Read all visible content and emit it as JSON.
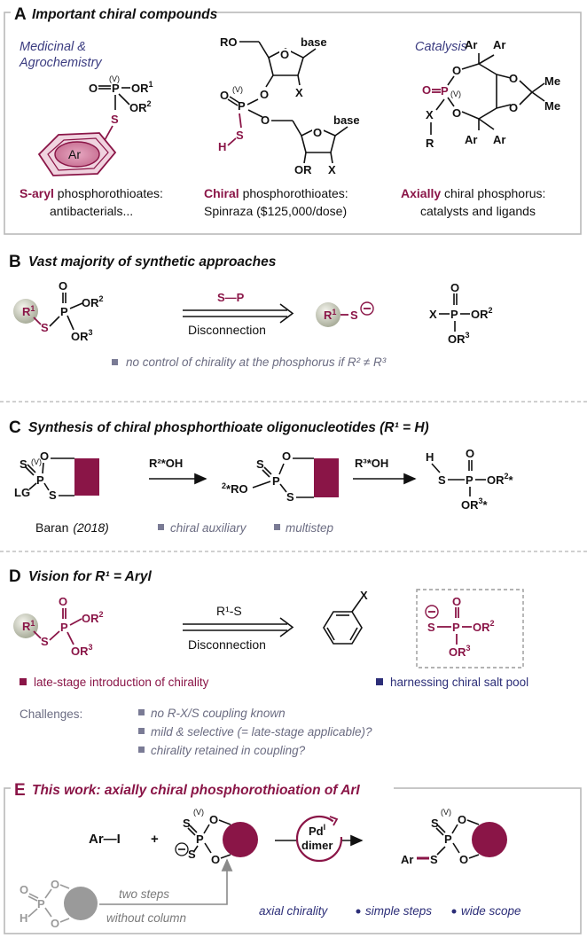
{
  "colors": {
    "accent": "#8a1547",
    "navy": "#3b3c80",
    "note": "#6b6c82",
    "box": "#b9b9b9"
  },
  "panelA": {
    "letter": "A",
    "title": "Important chiral compounds",
    "cat1a": "Medicinal &",
    "cat1b": "Agrochemistry",
    "cat3": "Catalysis",
    "cap1_bold": "S-aryl",
    "cap1_rest": " phosphorothioates:",
    "cap1_line2": "antibacterials...",
    "cap2_bold": "Chiral",
    "cap2_rest": " phosphorothioates:",
    "cap2_line2": "Spinraza ($125,000/dose)",
    "cap3_bold": "Axially",
    "cap3_rest": " chiral phosphorus:",
    "cap3_line2": "catalysts and ligands"
  },
  "panelB": {
    "letter": "B",
    "title": "Vast majority of synthetic approaches",
    "arrow_top": "S—P",
    "arrow_bottom": "Disconnection",
    "note": "no control of chirality at the phosphorus if R² ≠ R³"
  },
  "panelC": {
    "letter": "C",
    "title": "Synthesis of chiral phosphorthioate oligonucleotides (R¹ = H)",
    "reagent1": "R²*OH",
    "reagent2": "R³*OH",
    "ref_name": "Baran",
    "ref_year": "(2018)",
    "tag1": "chiral auxiliary",
    "tag2": "multistep"
  },
  "panelD": {
    "letter": "D",
    "title": "Vision for R¹ = Aryl",
    "arrow_top": "R¹-S",
    "arrow_bottom": "Disconnection",
    "bullet1": "late-stage introduction of chirality",
    "bullet2": "harnessing chiral salt pool",
    "challenges_label": "Challenges:",
    "ch1": "no R-X/S coupling known",
    "ch2": "mild & selective (= late-stage applicable)?",
    "ch3": "chirality retained in coupling?"
  },
  "panelE": {
    "letter": "E",
    "title": "This work:  axially chiral phosphorothioation of ArI",
    "reactant": "Ar—I",
    "plus": "+",
    "cat_top": "Pd",
    "cat_sup": "I",
    "cat_bottom": "dimer",
    "steps1": "two steps",
    "steps2": "without column",
    "feature1": "axial chirality",
    "feature2": "simple steps",
    "feature3": "wide scope"
  }
}
